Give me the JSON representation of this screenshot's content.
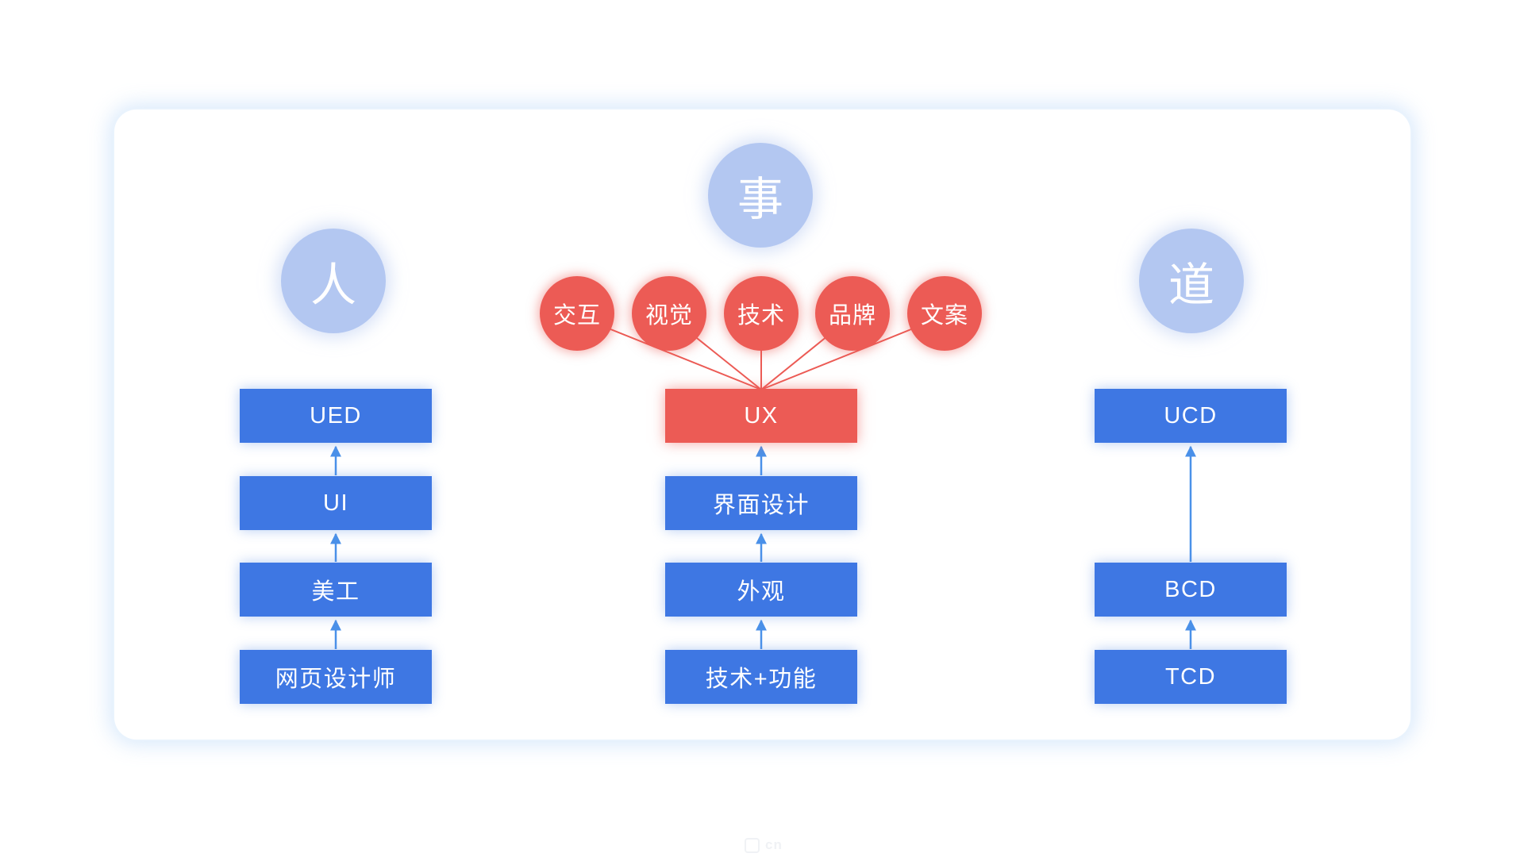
{
  "diagram": {
    "left": {
      "circle": "人",
      "boxes": [
        "UED",
        "UI",
        "美工",
        "网页设计师"
      ]
    },
    "middle": {
      "circle": "事",
      "bubbles": [
        "交互",
        "视觉",
        "技术",
        "品牌",
        "文案"
      ],
      "boxes": [
        "UX",
        "界面设计",
        "外观",
        "技术+功能"
      ]
    },
    "right": {
      "circle": "道",
      "boxes": [
        "UCD",
        "BCD",
        "TCD"
      ]
    }
  },
  "watermark": "cn",
  "colors": {
    "node_blue": "#3e77e3",
    "accent_red": "#ec5b55",
    "circle_light_blue": "#b3c7f1",
    "arrow_blue": "#4a91e9",
    "card_glow": "#cfe4fa",
    "background": "#ffffff"
  }
}
